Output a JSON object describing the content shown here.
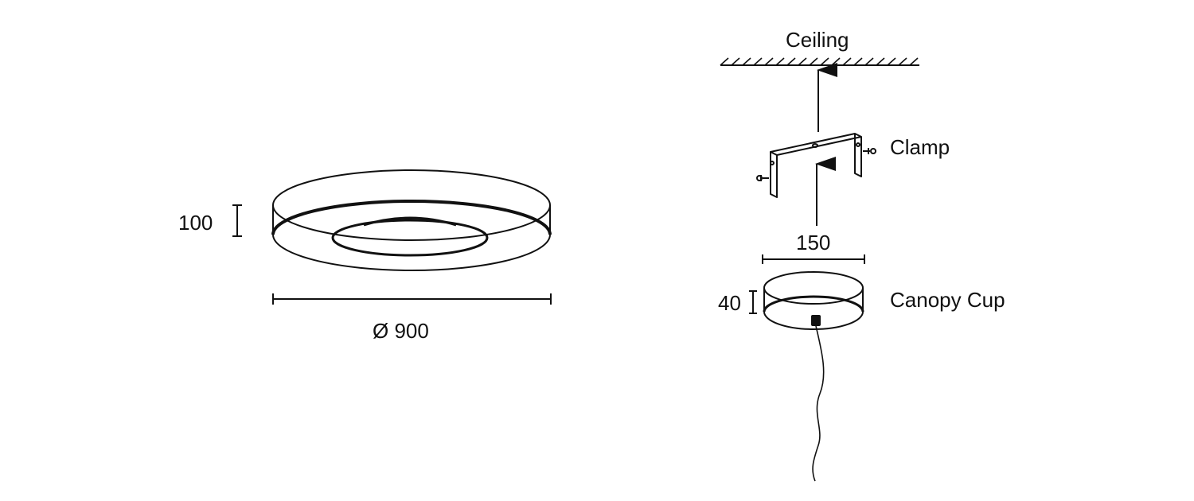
{
  "fixture": {
    "height_label": "100",
    "diameter_label": "Ø 900"
  },
  "mounting": {
    "ceiling_label": "Ceiling",
    "clamp_label": "Clamp",
    "canopy_width_label": "150",
    "canopy_height_label": "40",
    "canopy_label": "Canopy Cup"
  },
  "colors": {
    "line": "#111111",
    "background": "#ffffff"
  }
}
